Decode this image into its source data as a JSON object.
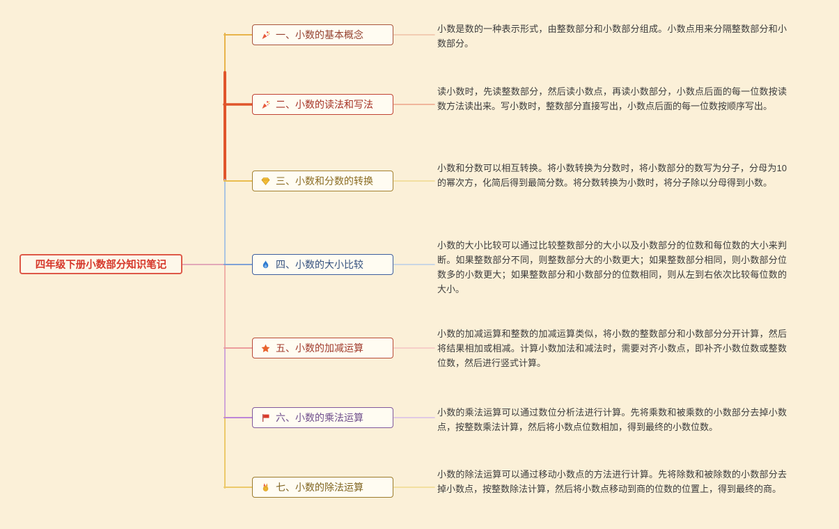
{
  "canvas": {
    "background": "#fbf0d8"
  },
  "root": {
    "label": "四年级下册小数部分知识笔记",
    "text_color": "#d6382b",
    "border_color": "#de5848",
    "connector_color": "#e2a8b8"
  },
  "spine": {
    "segments": [
      {
        "color": "#e8b44a"
      },
      {
        "color": "#e0552b"
      },
      {
        "color": "#aac4e2"
      },
      {
        "color": "#f0b0a8"
      },
      {
        "color": "#cfa6d8"
      },
      {
        "color": "#ecc96a"
      }
    ]
  },
  "branches": [
    {
      "label": "一、小数的基本概念",
      "icon": "party-popper",
      "text_color": "#94402f",
      "border_color": "#a8543c",
      "line_color": "#e8b44a",
      "desc_line_color": "#f0bfa6",
      "description": "小数是数的一种表示形式，由整数部分和小数部分组成。小数点用来分隔整数部分和小数部分。"
    },
    {
      "label": "二、小数的读法和写法",
      "icon": "party-popper",
      "text_color": "#a53225",
      "border_color": "#c04232",
      "line_color": "#e0552b",
      "desc_line_color": "#eda287",
      "description": "读小数时，先读整数部分，然后读小数点，再读小数部分，小数点后面的每一位数按读数方法读出来。写小数时，整数部分直接写出，小数点后面的每一位数按顺序写出。"
    },
    {
      "label": "三、小数和分数的转换",
      "icon": "gem",
      "text_color": "#8a6b22",
      "border_color": "#a3802f",
      "line_color": "#e9bd4f",
      "desc_line_color": "#f0d98e",
      "description": "小数和分数可以相互转换。将小数转换为分数时，将小数部分的数写为分子，分母为10的幂次方，化简后得到最简分数。将分数转换为小数时，将分子除以分母得到小数。"
    },
    {
      "label": "四、小数的大小比较",
      "icon": "flame",
      "text_color": "#33507e",
      "border_color": "#3d5e9e",
      "line_color": "#7fa1d6",
      "desc_line_color": "#b8cde8",
      "description": "小数的大小比较可以通过比较整数部分的大小以及小数部分的位数和每位数的大小来判断。如果整数部分不同，则整数部分大的小数更大；如果整数部分相同，则小数部分位数多的小数更大；如果整数部分和小数部分的位数相同，则从左到右依次比较每位数的大小。"
    },
    {
      "label": "五、小数的加减运算",
      "icon": "star",
      "text_color": "#a03a2c",
      "border_color": "#b84a38",
      "line_color": "#ec9d9d",
      "desc_line_color": "#f4c2c2",
      "description": "小数的加减运算和整数的加减运算类似，将小数的整数部分和小数部分分开计算，然后将结果相加或相减。计算小数加法和减法时，需要对齐小数点，即补齐小数位数或整数位数，然后进行竖式计算。"
    },
    {
      "label": "六、小数的乘法运算",
      "icon": "flag",
      "text_color": "#6f4e8c",
      "border_color": "#80589c",
      "line_color": "#bd86d8",
      "desc_line_color": "#d8bce8",
      "description": "小数的乘法运算可以通过数位分析法进行计算。先将乘数和被乘数的小数部分去掉小数点，按整数乘法计算，然后将小数点位数相加，得到最终的小数位数。"
    },
    {
      "label": "七、小数的除法运算",
      "icon": "medal",
      "text_color": "#7f6420",
      "border_color": "#9b7b2c",
      "line_color": "#ecc96a",
      "desc_line_color": "#f0d98e",
      "description": "小数的除法运算可以通过移动小数点的方法进行计算。先将除数和被除数的小数部分去掉小数点，按整数除法计算，然后将小数点移动到商的位数的位置上，得到最终的商。"
    }
  ]
}
